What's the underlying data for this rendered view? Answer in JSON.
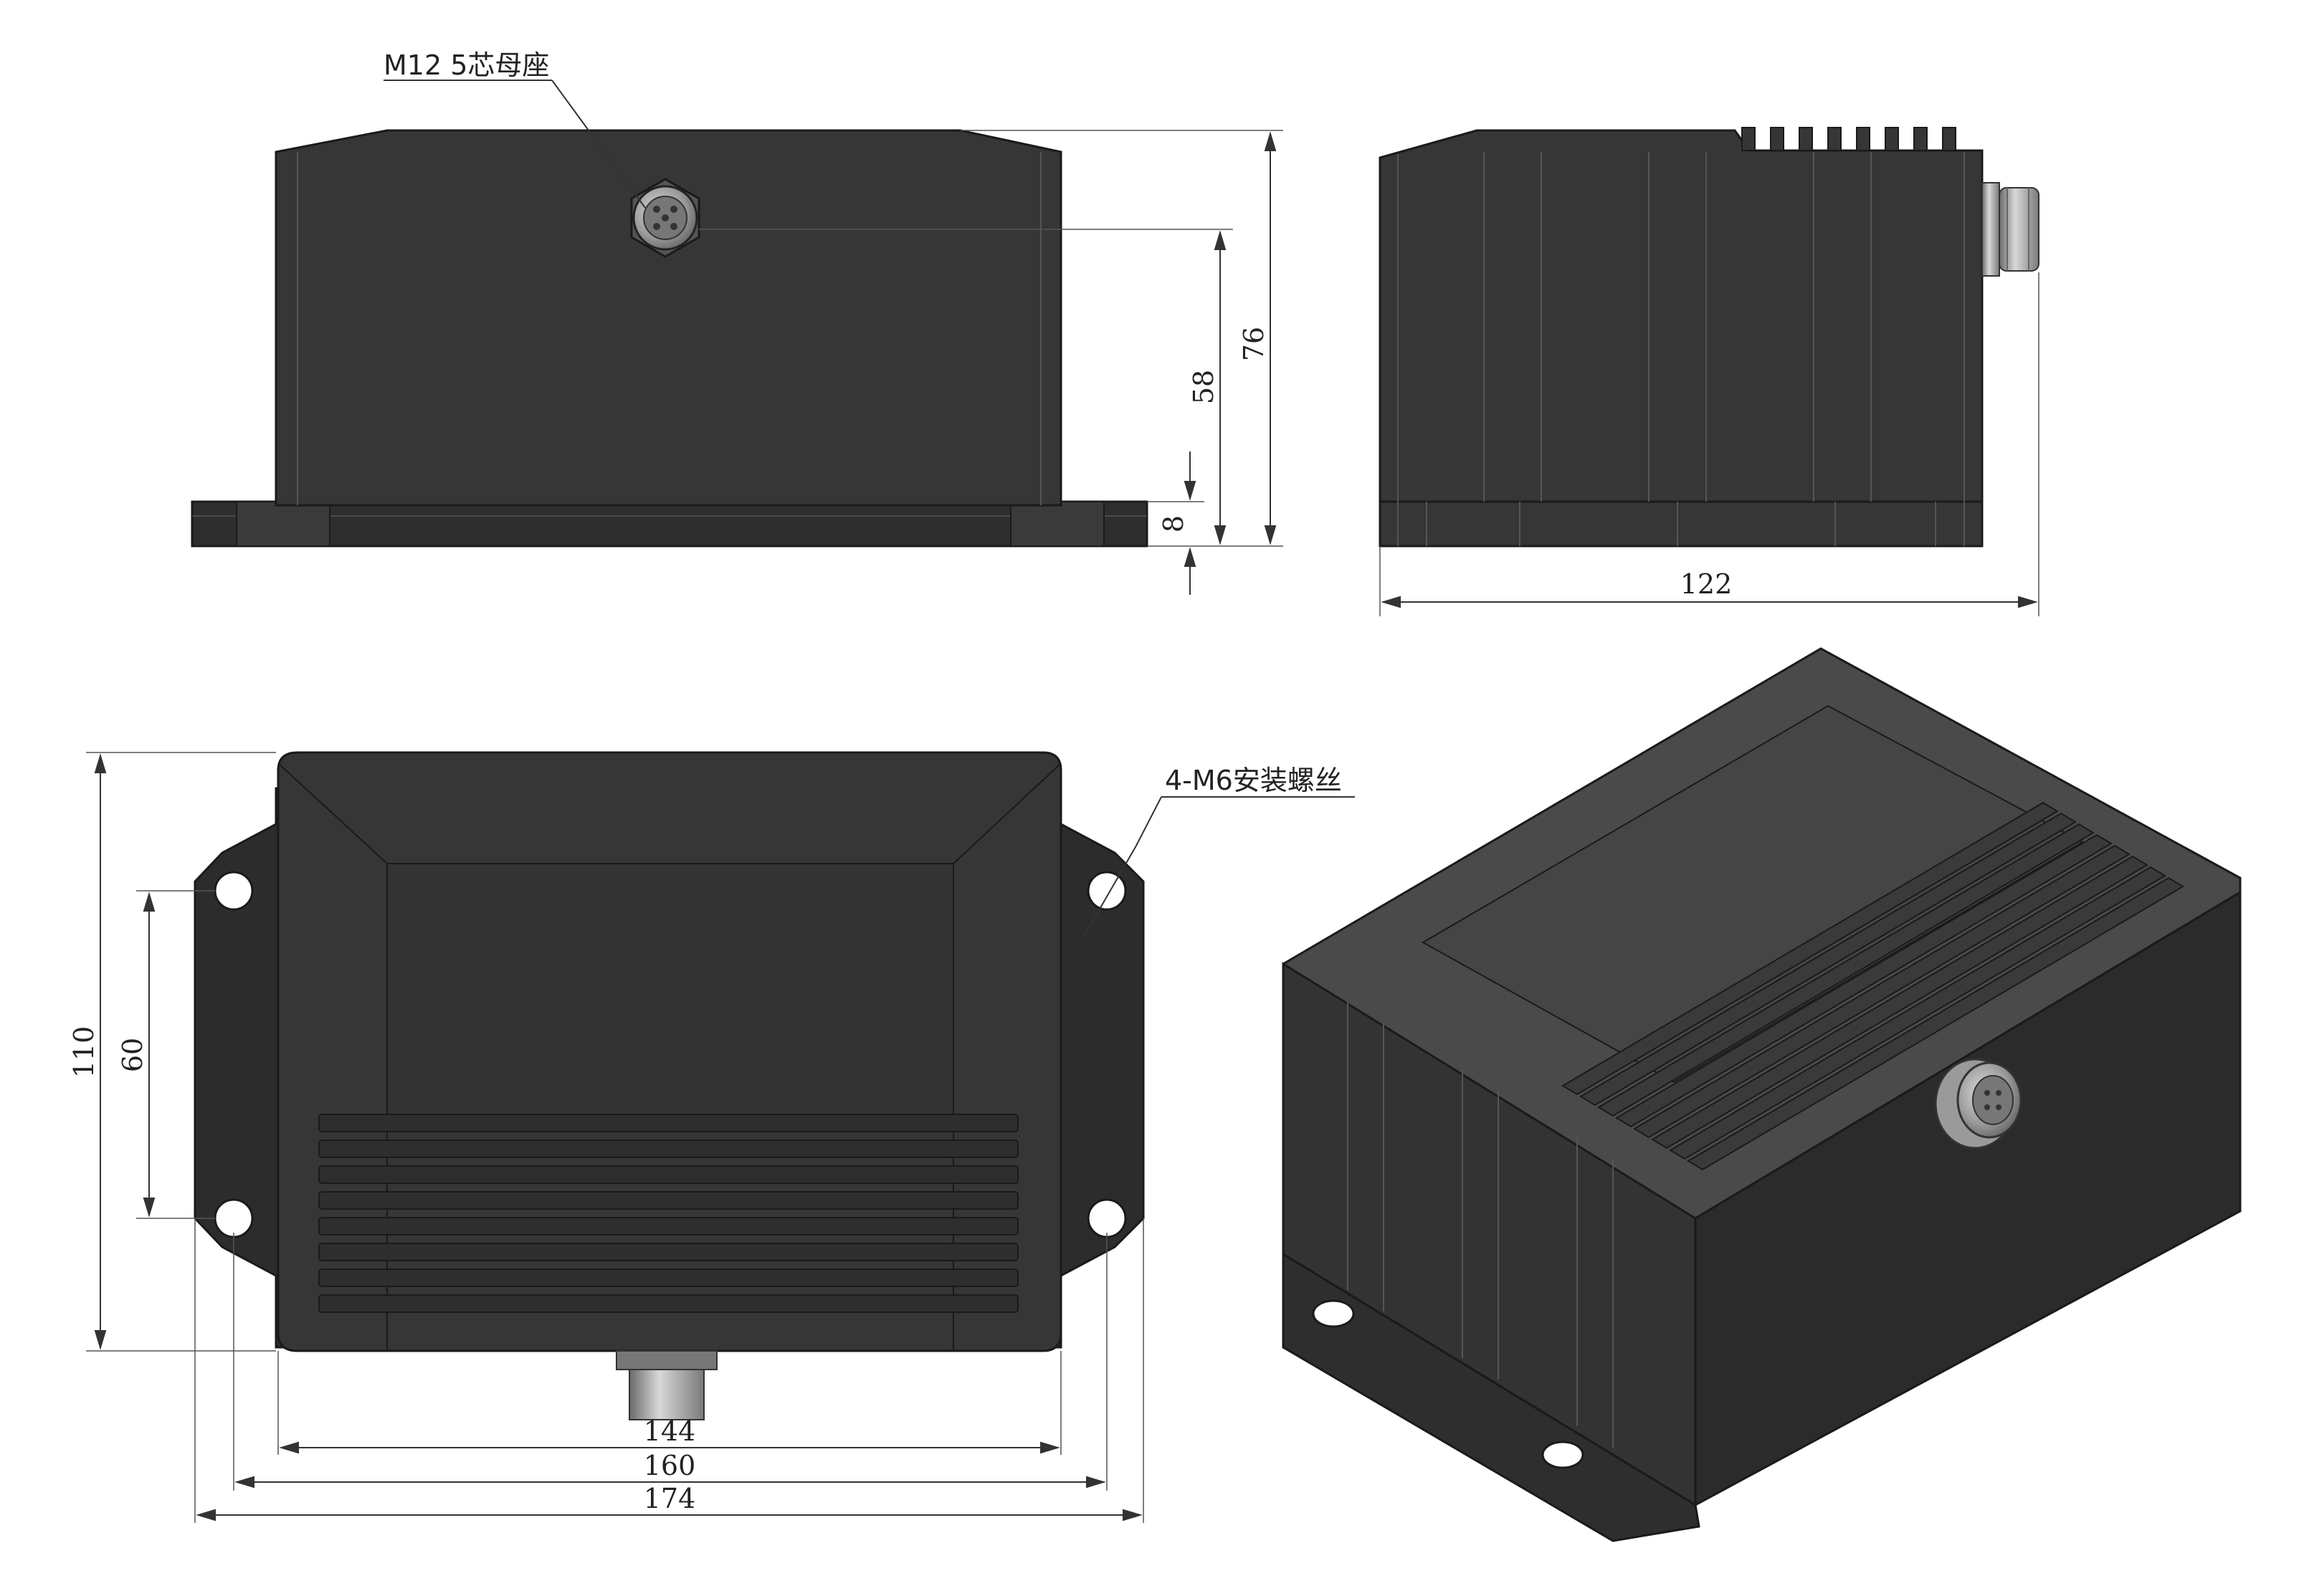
{
  "colors": {
    "body": "#363636",
    "body_light": "#4a4a4a",
    "body_dark": "#2a2a2a",
    "edge": "#1a1a1a",
    "metal": "#a8a8a8",
    "dimension": "#333333"
  },
  "callouts": {
    "connector": "M12 5芯母座",
    "mounting_screws": "4-M6安装螺丝"
  },
  "dimensions": {
    "height_total": "76",
    "height_connector": "58",
    "flange_thickness": "8",
    "depth": "122",
    "width_base": "110",
    "hole_spacing_vertical": "60",
    "width_144": "144",
    "width_160": "160",
    "width_174": "174"
  }
}
